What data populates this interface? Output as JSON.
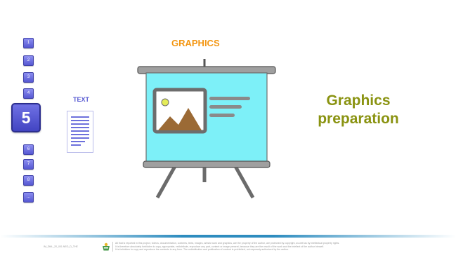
{
  "steps": {
    "items": [
      "1",
      "2",
      "3",
      "4",
      "5",
      "6",
      "7",
      "8",
      "..."
    ],
    "current": "5"
  },
  "text_label": "TEXT",
  "graphics_label": "GRAPHICS",
  "heading_line1": "Graphics",
  "heading_line2": "preparation",
  "footer": {
    "code": "IM_DML_20_001.NEO_D_THE",
    "legal_line1": "All that is reported in this project, videos, documentation, contents, texts, images, artistic work and graphics, are the property of the author, are protected by copyright, as well as by intellectual property rights.",
    "legal_line2": "It is therefore absolutely forbidden to copy, appropriate, redistribute, reproduce any part, content or image present, because they are the result of the work and the intellect of the author himself.",
    "legal_line3": "It is forbidden to copy and reproduce the contents in any form.    The redistribution and publication of content is prohibited, not expressly authorized by the author."
  },
  "colors": {
    "step_button": "#5658d2",
    "graphics_orange": "#f39612",
    "heading_olive": "#8a9311",
    "screen_cyan": "#7df0f8",
    "footer_rule": "#2d8cbf"
  }
}
